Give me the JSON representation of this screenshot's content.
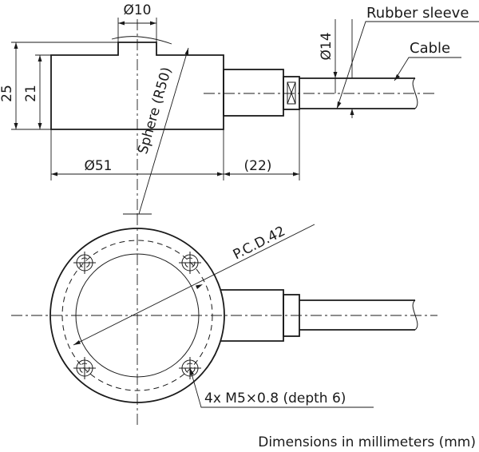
{
  "labels": {
    "dia10": "Ø10",
    "dia14": "Ø14",
    "rubber_sleeve": "Rubber sleeve",
    "cable": "Cable",
    "dim25": "25",
    "dim21": "21",
    "sphere": "Sphere (R50)",
    "dia51": "Ø51",
    "dim22": "(22)",
    "pcd": "P.C.D.42",
    "thread": "4x M5×0.8 (depth 6)",
    "footer": "Dimensions in millimeters (mm)"
  }
}
